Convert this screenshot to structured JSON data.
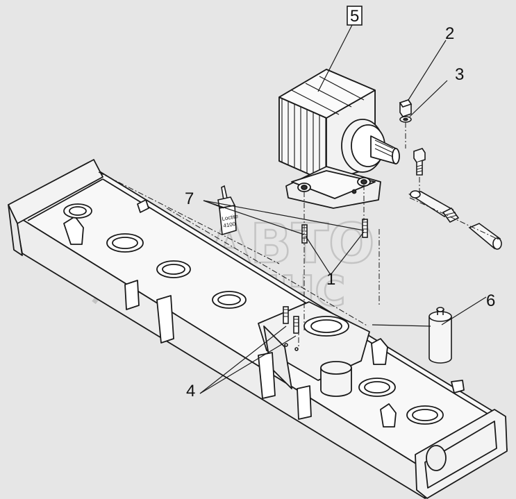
{
  "callouts": [
    {
      "id": "5",
      "boxed": true
    },
    {
      "id": "2",
      "boxed": false
    },
    {
      "id": "3",
      "boxed": false
    },
    {
      "id": "7",
      "boxed": false
    },
    {
      "id": "1",
      "boxed": false
    },
    {
      "id": "6",
      "boxed": false
    },
    {
      "id": "4",
      "boxed": false
    }
  ],
  "tube_label": {
    "brand": "Loctite",
    "code": "4100"
  },
  "watermark": {
    "line1": "АВТО",
    "line2": "АЛЬЯНС"
  },
  "colors": {
    "background": "#e6e6e6",
    "line": "#1a1a1a",
    "watermark": "#b5b5b5"
  }
}
